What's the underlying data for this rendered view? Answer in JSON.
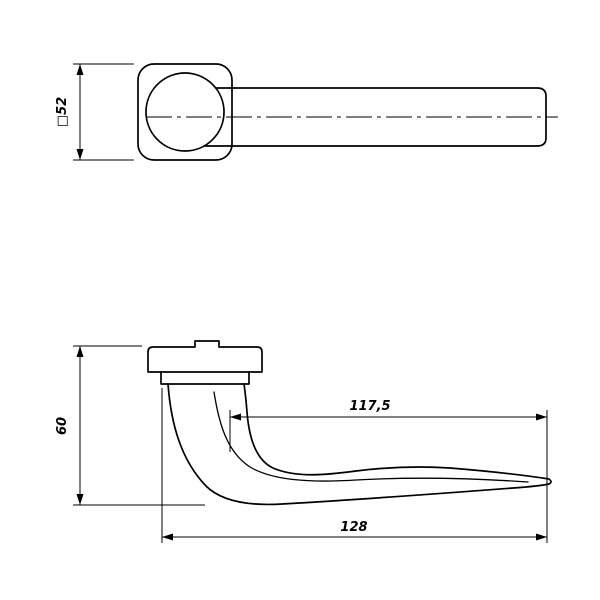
{
  "colors": {
    "background": "#ffffff",
    "line": "#000000",
    "text": "#000000"
  },
  "dimensions": {
    "rose_square": "□52",
    "handle_height": "60",
    "lever_reach": "117,5",
    "overall_length": "128"
  }
}
